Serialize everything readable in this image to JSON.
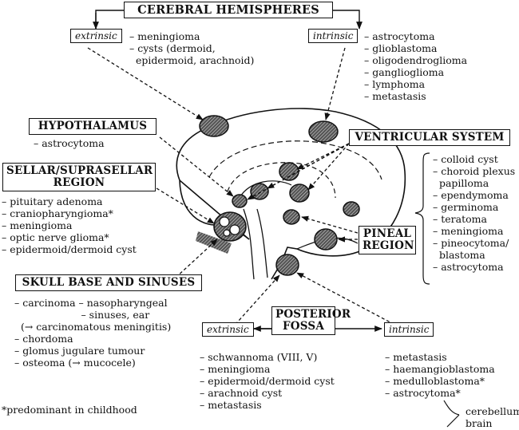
{
  "boxes": {
    "cerebral": "CEREBRAL HEMISPHERES",
    "hypothalamus": "HYPOTHALAMUS",
    "sellar_line1": "SELLAR/SUPRASELLAR",
    "sellar_line2": "REGION",
    "ventricular": "VENTRICULAR SYSTEM",
    "pineal_line1": "PINEAL",
    "pineal_line2": "REGION",
    "skull": "SKULL BASE AND SINUSES",
    "posterior_line1": "POSTERIOR",
    "posterior_line2": "FOSSA"
  },
  "tags": {
    "cerebral_extrinsic": "extrinsic",
    "cerebral_intrinsic": "intrinsic",
    "posterior_extrinsic": "extrinsic",
    "posterior_intrinsic": "intrinsic"
  },
  "lists": {
    "cerebral_extrinsic": [
      "– meningioma",
      "– cysts (dermoid,",
      "  epidermoid, arachnoid)"
    ],
    "cerebral_intrinsic": [
      "– astrocytoma",
      "– glioblastoma",
      "– oligodendroglioma",
      "– ganglioglioma",
      "– lymphoma",
      "– metastasis"
    ],
    "hypothalamus": [
      "– astrocytoma"
    ],
    "sellar": [
      "– pituitary adenoma",
      "– craniopharyngioma*",
      "– meningioma",
      "– optic nerve glioma*",
      "– epidermoid/dermoid cyst"
    ],
    "ventricular": [
      "– colloid cyst",
      "– choroid plexus",
      "  papilloma",
      "– ependymoma",
      "– germinoma",
      "– teratoma",
      "– meningioma",
      "– pineocytoma/",
      "  blastoma",
      "– astrocytoma"
    ],
    "skull": [
      "– carcinoma – nasopharyngeal",
      "                     – sinuses, ear",
      "  (→ carcinomatous meningitis)",
      "– chordoma",
      "– glomus jugulare tumour",
      "– osteoma (→ mucocele)"
    ],
    "posterior_extrinsic": [
      "– schwannoma (VIII, V)",
      "– meningioma",
      "– epidermoid/dermoid cyst",
      "– arachnoid cyst",
      "– metastasis"
    ],
    "posterior_intrinsic": [
      "– metastasis",
      "– haemangioblastoma",
      "– medulloblastoma*",
      "– astrocytoma*"
    ]
  },
  "astro_sites": [
    "cerebellum",
    "brain stem"
  ],
  "footnote": "*predominant in childhood"
}
